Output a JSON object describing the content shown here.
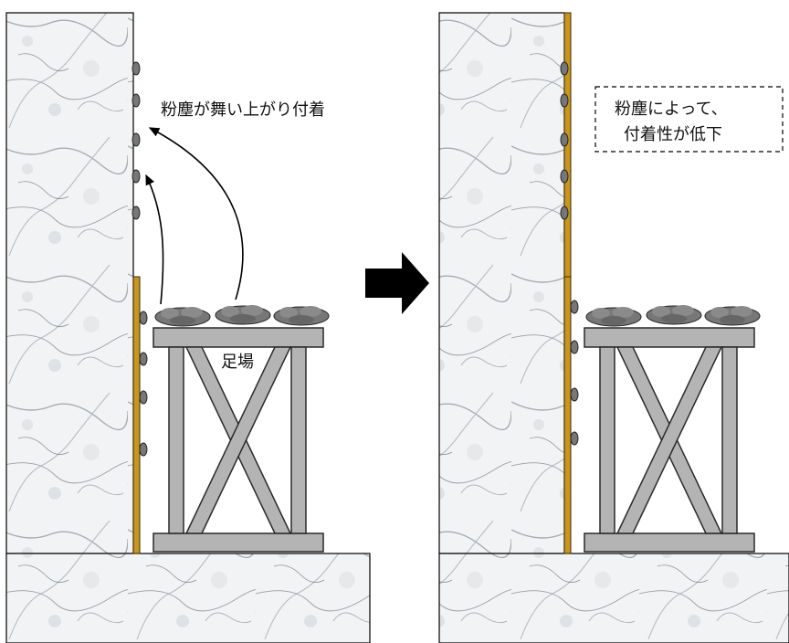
{
  "left_panel": {
    "dust_label": "粉塵が舞い上がり付着",
    "scaffold_label": "足場"
  },
  "right_panel": {
    "note_line1": "粉塵によって、",
    "note_line2": "付着性が低下"
  },
  "colors": {
    "marble": "#f2f3f4",
    "marble_vein": "#9aa0a6",
    "coating": "#c8961e",
    "scaffold": "#b4b4b4",
    "scaffold_stroke": "#2a2a2a",
    "dust": "#777777",
    "arrow": "#000000"
  }
}
